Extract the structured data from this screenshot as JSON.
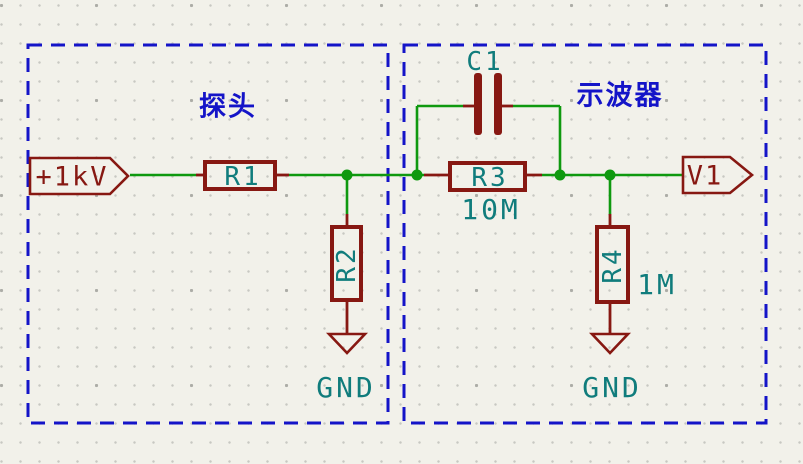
{
  "colors": {
    "background": "#F2F1EA",
    "wire_green": "#0F990F",
    "device_dark_red": "#871812",
    "field_teal": "#107C7C",
    "block_border_blue": "#1414C8",
    "grid_dot_gray": "#C8C8C2"
  },
  "blocks": {
    "probe": {
      "label": "探头"
    },
    "oscilloscope": {
      "label": "示波器"
    }
  },
  "net_labels": {
    "input": "+1kV",
    "output": "V1"
  },
  "components": {
    "r1": {
      "ref": "R1"
    },
    "r2": {
      "ref": "R2"
    },
    "r3": {
      "ref": "R3",
      "value": "10M"
    },
    "r4": {
      "ref": "R4",
      "value": "1M"
    },
    "c1": {
      "ref": "C1"
    }
  },
  "grounds": {
    "left": "GND",
    "right": "GND"
  }
}
